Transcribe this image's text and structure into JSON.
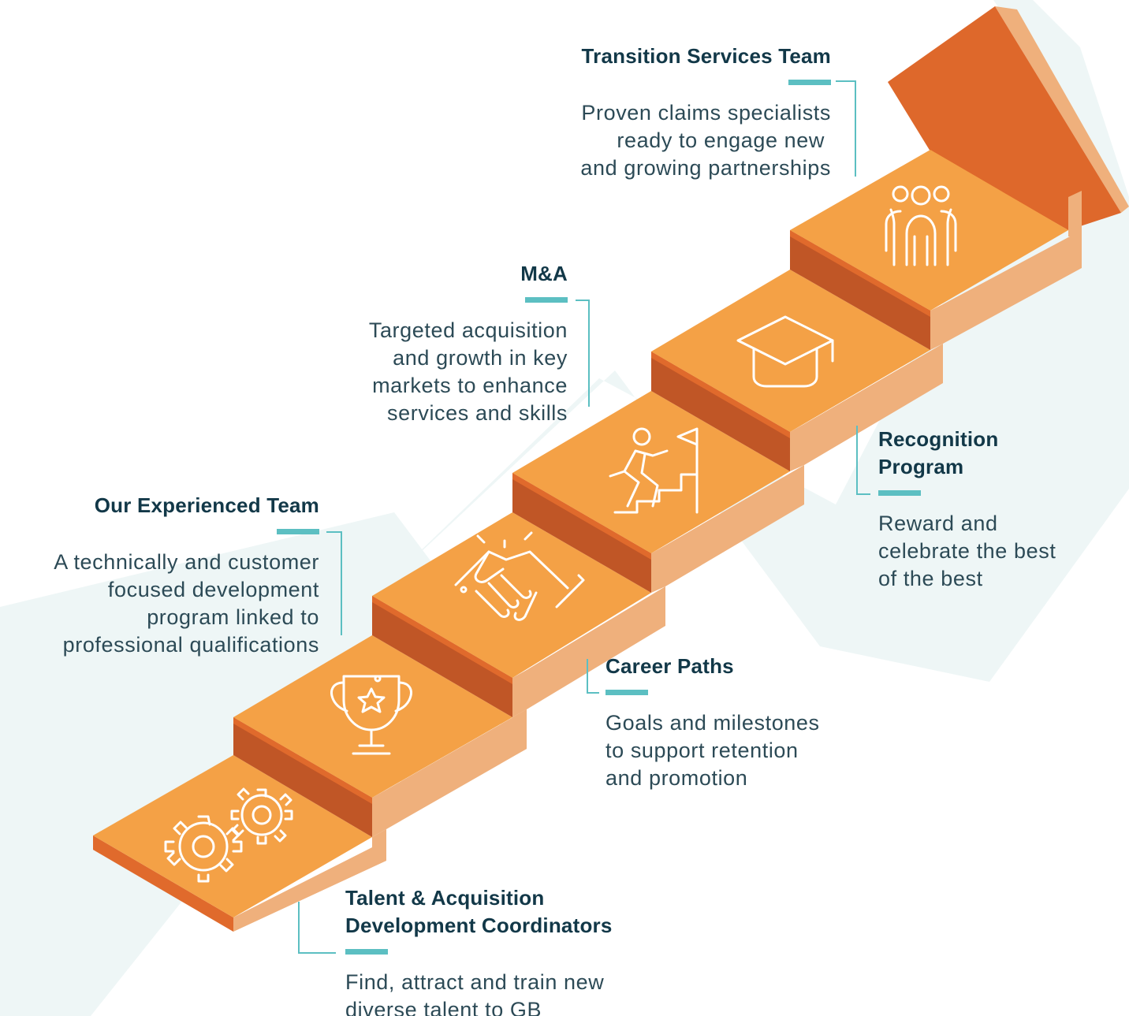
{
  "colors": {
    "accent_teal": "#5cbfc2",
    "step_top": "#f4a146",
    "step_front": "#e06a2c",
    "step_front_dark": "#c05626",
    "step_side": "#efb07c",
    "arrow_head": "#de682b",
    "background_shape": "#eef6f6",
    "title_text": "#123848",
    "body_text": "#2c4a56"
  },
  "steps": [
    {
      "icon": "gears-icon"
    },
    {
      "icon": "trophy-icon"
    },
    {
      "icon": "handshake-icon"
    },
    {
      "icon": "climbing-to-flag-icon"
    },
    {
      "icon": "graduation-cap-icon"
    },
    {
      "icon": "team-people-icon"
    }
  ],
  "callouts": {
    "transition": {
      "title": "Transition Services Team",
      "lines": [
        "Proven claims specialists",
        "ready to engage new",
        "and growing partnerships"
      ]
    },
    "ma": {
      "title": "M&A",
      "lines": [
        "Targeted acquisition",
        "and growth in key",
        "markets to enhance",
        "services and skills"
      ]
    },
    "experienced": {
      "title": "Our Experienced Team",
      "lines": [
        "A technically and customer",
        "focused development",
        "program linked to",
        "professional qualifications"
      ]
    },
    "recognition": {
      "title_lines": [
        "Recognition",
        "Program"
      ],
      "lines": [
        "Reward and",
        "celebrate the best",
        "of the best"
      ]
    },
    "career": {
      "title": "Career Paths",
      "lines": [
        "Goals and milestones",
        "to support retention",
        "and promotion"
      ]
    },
    "talent": {
      "title_lines": [
        "Talent & Acquisition",
        "Development Coordinators"
      ],
      "lines": [
        "Find, attract and train new",
        "diverse talent to GB"
      ]
    }
  }
}
